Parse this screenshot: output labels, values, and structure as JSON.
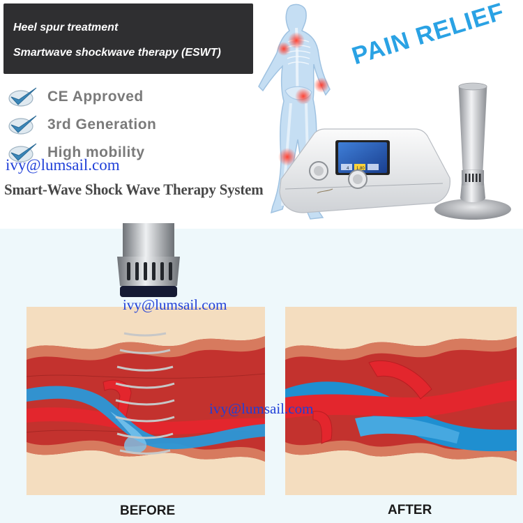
{
  "header": {
    "line1": "Heel spur treatment",
    "line2": "Smartwave shockwave therapy (ESWT)"
  },
  "features": [
    {
      "label": "CE Approved",
      "icon": "checkmark-icon"
    },
    {
      "label": "3rd Generation",
      "icon": "checkmark-icon"
    },
    {
      "label": "High mobility",
      "icon": "checkmark-icon"
    }
  ],
  "watermark": "ivy@lumsail.com",
  "system_title": "Smart-Wave Shock Wave Therapy System",
  "pain_relief": "PAIN RELIEF",
  "device": {
    "screen_values": [
      "4",
      "1.80"
    ]
  },
  "captions": {
    "before": "BEFORE",
    "after": "AFTER"
  },
  "colors": {
    "header_bg": "#2f2f31",
    "check_blue": "#3a86b8",
    "pain_relief_blue": "#2aa2e4",
    "watermark_blue": "#1f3fd8",
    "vein_blue": "#1e90d0",
    "artery_red": "#e0262c",
    "tissue": "#c9342f",
    "fat_layer": "#f4ddbf",
    "panel_bg": "#eef8fb"
  }
}
